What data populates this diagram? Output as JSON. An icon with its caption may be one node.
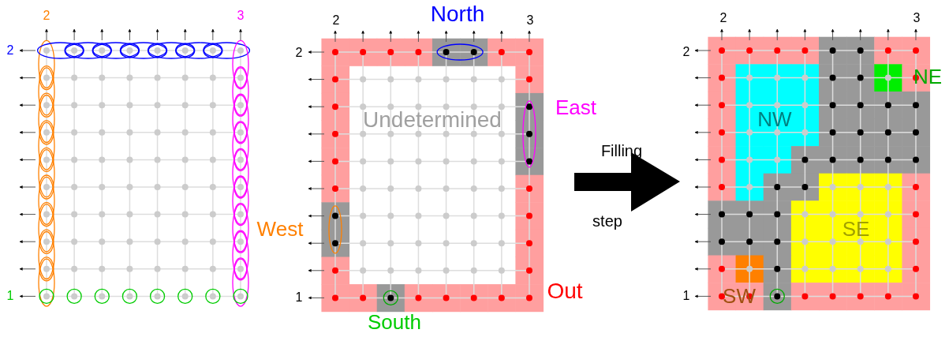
{
  "diagram": {
    "labels": [
      "2",
      "3",
      "2",
      "1",
      "North",
      "2",
      "3",
      "2",
      "East",
      "Undetermined",
      "West",
      "1",
      "Out",
      "South",
      "Filling",
      "step",
      "2",
      "3",
      "2",
      "NE",
      "NW",
      "SE",
      "1",
      "SW"
    ]
  }
}
